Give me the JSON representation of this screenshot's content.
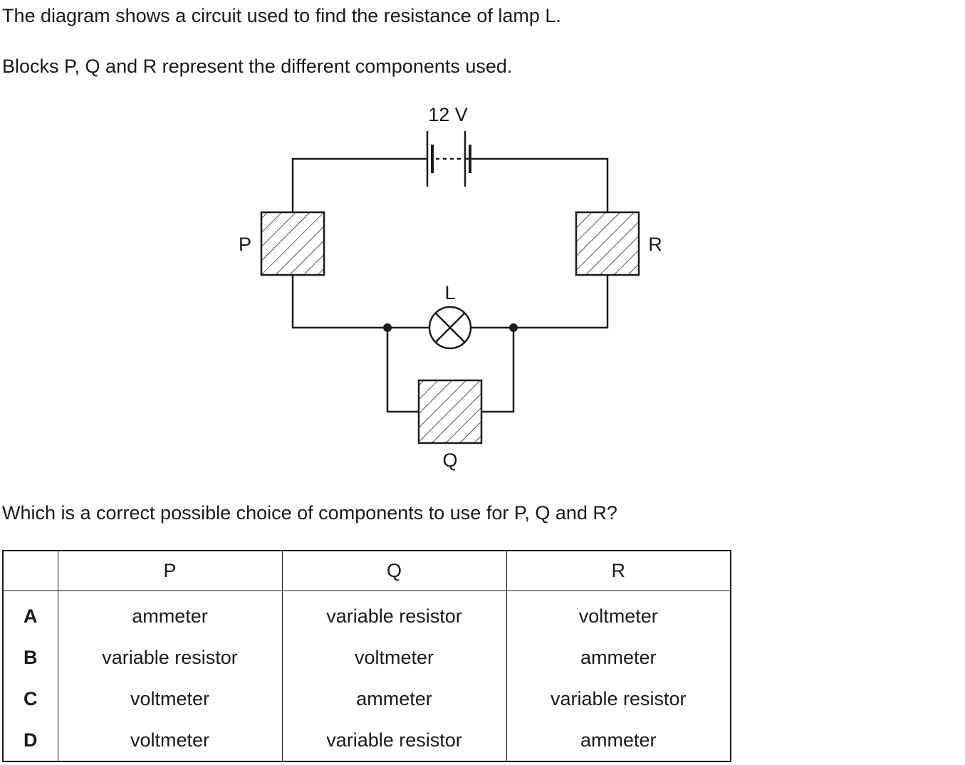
{
  "question": {
    "intro": "The diagram shows a circuit used to find the resistance of lamp L.",
    "blocks_note": "Blocks P, Q and R represent the different components used.",
    "prompt": "Which is a correct possible choice of components to use for P, Q and R?"
  },
  "diagram": {
    "battery_label": "12 V",
    "block_p_label": "P",
    "block_q_label": "Q",
    "block_r_label": "R",
    "lamp_label": "L"
  },
  "table": {
    "headers": [
      "",
      "P",
      "Q",
      "R"
    ],
    "rows": [
      {
        "option": "A",
        "p": "ammeter",
        "q": "variable resistor",
        "r": "voltmeter"
      },
      {
        "option": "B",
        "p": "variable resistor",
        "q": "voltmeter",
        "r": "ammeter"
      },
      {
        "option": "C",
        "p": "voltmeter",
        "q": "ammeter",
        "r": "variable resistor"
      },
      {
        "option": "D",
        "p": "voltmeter",
        "q": "variable resistor",
        "r": "ammeter"
      }
    ]
  }
}
